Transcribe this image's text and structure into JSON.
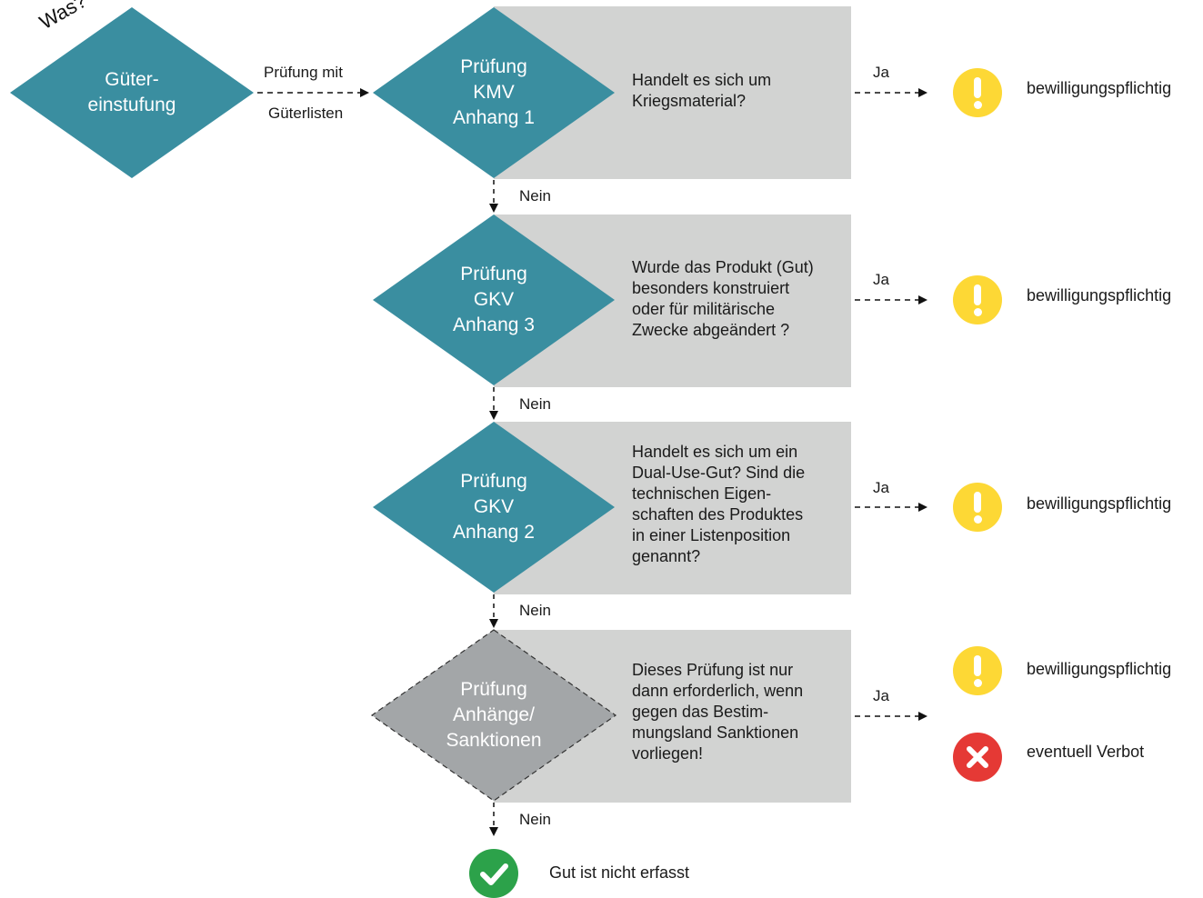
{
  "colors": {
    "diamond": "#3a8ea0",
    "diamond_dashed": "#a3a6a8",
    "panel": "#d2d3d2",
    "warn": "#fdd835",
    "error": "#e53935",
    "ok": "#2ca24a"
  },
  "start": {
    "tag": "Was?",
    "label": "Güter-\neinstufung"
  },
  "connector": {
    "label_top": "Prüfung mit",
    "label_bottom": "Güterlisten"
  },
  "steps": [
    {
      "label": "Prüfung\nKMV\nAnhang 1",
      "question": "Handelt es sich um\nKriegsmaterial?",
      "yes": "Ja",
      "result": "bewilligungspflichtig",
      "icon": "warning-icon"
    },
    {
      "label": "Prüfung\nGKV\nAnhang 3",
      "question": "Wurde das Produkt (Gut)\nbesonders konstruiert\noder für militärische\nZwecke abgeändert ?",
      "yes": "Ja",
      "result": "bewilligungspflichtig",
      "icon": "warning-icon"
    },
    {
      "label": "Prüfung\nGKV\nAnhang 2",
      "question": "Handelt es sich um ein\nDual-Use-Gut? Sind die\ntechnischen Eigen-\nschaften des Produktes\nin einer Listenposition\ngenannt?",
      "yes": "Ja",
      "result": "bewilligungspflichtig",
      "icon": "warning-icon"
    },
    {
      "label": "Prüfung\nAnhänge/\nSanktionen",
      "question": "Dieses Prüfung ist nur\ndann erforderlich, wenn\ngegen das Bestim-\nmungsland Sanktionen\nvorliegen!",
      "yes": "Ja",
      "result": "bewilligungspflichtig",
      "result2": "eventuell Verbot",
      "icon": "warning-icon",
      "icon2": "error-icon"
    }
  ],
  "no_label": "Nein",
  "final": {
    "text": "Gut ist nicht erfasst",
    "icon": "check-icon"
  }
}
